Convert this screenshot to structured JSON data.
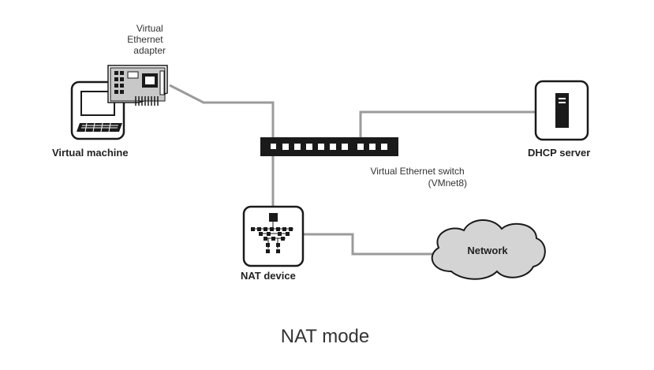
{
  "labels": {
    "adapter": [
      "Virtual",
      "Ethernet",
      "adapter"
    ],
    "virtual_machine": "Virtual machine",
    "dhcp_server": "DHCP server",
    "switch": [
      "Virtual Ethernet switch",
      "(VMnet8)"
    ],
    "nat_device": "NAT device",
    "network": "Network",
    "caption": "NAT mode"
  },
  "colors": {
    "line": "#9b9b9b",
    "device_stroke": "#1a1a1a",
    "switch_fill": "#1a1a1a",
    "cloud_fill": "#d4d4d4",
    "adapter_fill": "#c8c8c8"
  }
}
